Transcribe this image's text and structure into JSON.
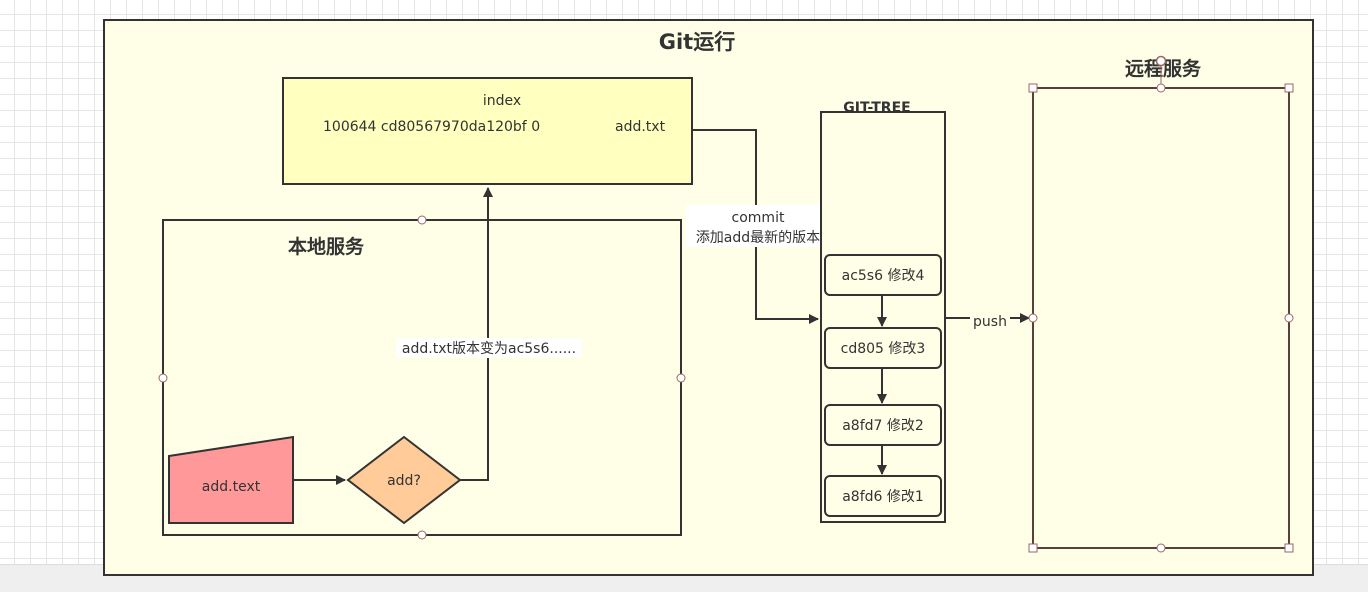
{
  "diagram": {
    "title": "Git运行",
    "index_box": {
      "heading": "index",
      "entry_mode_hash": "100644 cd80567970da120bf 0",
      "entry_file": "add.txt"
    },
    "local_service": {
      "title": "本地服务",
      "file_node": "add.text",
      "decision_node": "add?"
    },
    "edge_labels": {
      "version_change": "add.txt版本变为ac5s6......",
      "commit_line1": "commit",
      "commit_line2": "添加add最新的版本",
      "push": "push"
    },
    "git_tree": {
      "title": "GIT-TREE",
      "commits": [
        {
          "label": "ac5s6 修改4"
        },
        {
          "label": "cd805 修改3"
        },
        {
          "label": "a8fd7 修改2"
        },
        {
          "label": "a8fd6 修改1"
        }
      ]
    },
    "remote_service": {
      "title": "远程服务"
    }
  },
  "colors": {
    "frame_fill": "#ffffe8",
    "index_fill": "#ffffc0",
    "file_fill": "#ff9999",
    "decision_fill": "#ffcc99",
    "stroke": "#333333",
    "handle_stroke": "#996666"
  }
}
